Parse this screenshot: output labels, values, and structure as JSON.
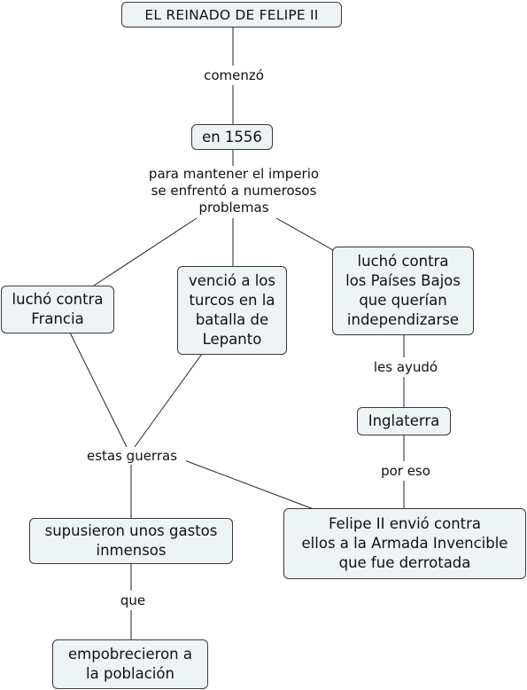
{
  "concept_map": {
    "nodes": {
      "title": "EL REINADO DE FELIPE II",
      "year": "en 1556",
      "francia": "luchó contra\nFrancia",
      "lepanto": "venció a los\nturcos en la\nbatalla de\nLepanto",
      "paises_bajos": "luchó contra\nlos Países Bajos\nque querían\nindependizarse",
      "inglaterra": "Inglaterra",
      "armada": "Felipe II envió contra\nellos a la Armada Invencible\nque fue derrotada",
      "gastos": "supusieron unos gastos\ninmensos",
      "empobrecieron": "empobrecieron a\nla población"
    },
    "links": {
      "comenzo": "comenzó",
      "problemas": "para mantener el imperio\nse enfrentó a numerosos\nproblemas",
      "ayudo": "les ayudó",
      "por_eso": "por eso",
      "guerras": "estas guerras",
      "que": "que"
    }
  }
}
